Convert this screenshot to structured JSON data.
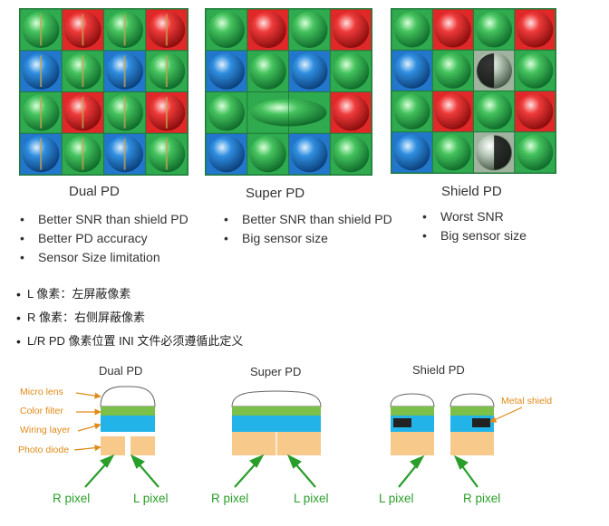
{
  "top": {
    "dual": {
      "title": "Dual PD",
      "bullets": [
        "Better SNR than shield PD",
        "Better PD accuracy",
        "Sensor Size limitation"
      ]
    },
    "super": {
      "title": "Super PD",
      "bullets": [
        "Better SNR than shield PD",
        "Big sensor size"
      ]
    },
    "shield": {
      "title": "Shield PD",
      "bullets": [
        "Worst SNR",
        "Big sensor size"
      ]
    }
  },
  "notes": [
    "L 像素：左屏蔽像素",
    "R 像素：右侧屏蔽像素",
    "L/R PD 像素位置 INI 文件必须遵循此定义"
  ],
  "bottom": {
    "dual": {
      "title": "Dual PD",
      "layer_labels": [
        "Micro lens",
        "Color filter",
        "Wiring layer",
        "Photo diode"
      ],
      "pixel_labels": [
        "R pixel",
        "L pixel"
      ]
    },
    "super": {
      "title": "Super PD",
      "pixel_labels": [
        "R pixel",
        "L pixel"
      ]
    },
    "shield": {
      "title": "Shield PD",
      "metal_label": "Metal shield",
      "pixel_labels": [
        "L pixel",
        "R pixel"
      ]
    }
  },
  "colors": {
    "green_pixel": "#2faa4e",
    "red_pixel": "#e02828",
    "blue_pixel": "#2277cc",
    "grid_border": "#1f7a3a",
    "color_filter": "#7cc04a",
    "wiring_layer": "#22b4e8",
    "photo_diode": "#f7c98a",
    "label_orange": "#e08a18",
    "pixel_green": "#2a9e2a"
  }
}
